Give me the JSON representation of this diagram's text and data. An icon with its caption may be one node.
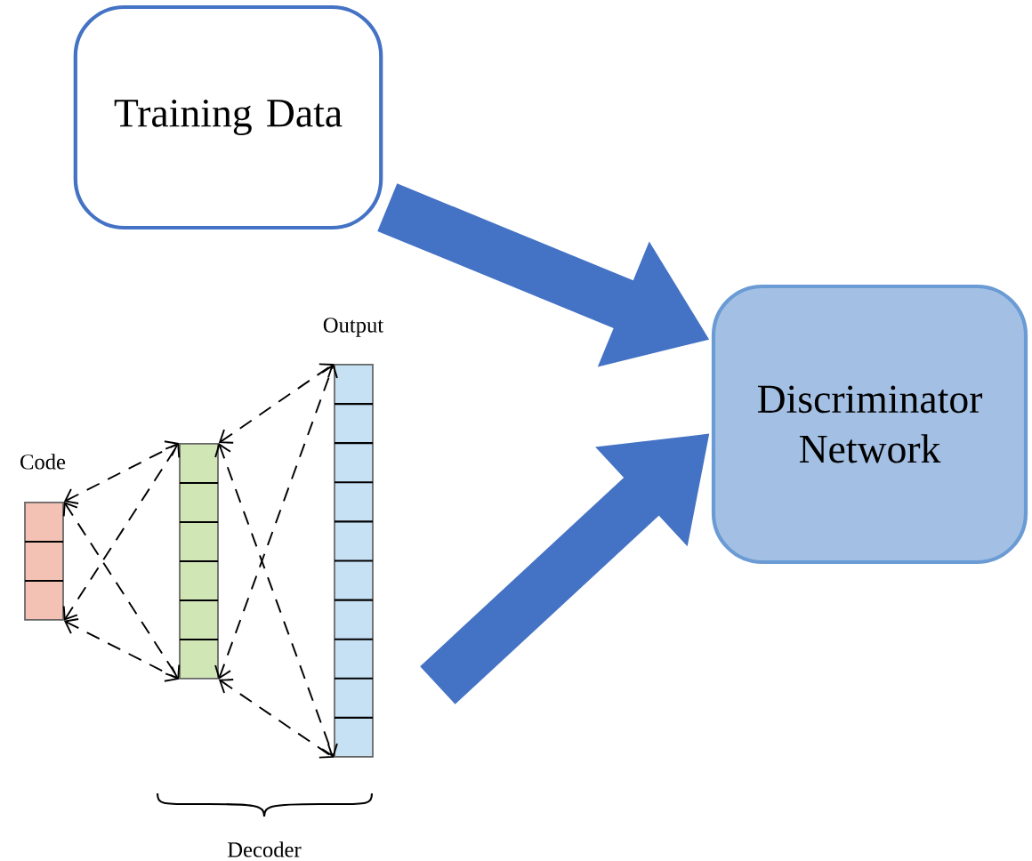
{
  "diagram": {
    "nodes": [
      {
        "text": [
          "Training Data"
        ]
      },
      {
        "text": [
          "Discriminator Network"
        ]
      },
      {
        "text": [
          "Code"
        ]
      },
      {
        "text": [],
        "shape": "bar"
      },
      {
        "text": [
          "Output"
        ]
      }
    ],
    "edges": [
      {
        "from": 0,
        "to": 1,
        "arrow": "to",
        "style": "thick",
        "color": "#4472c4"
      },
      {
        "from": 4,
        "to": 1,
        "arrow": "to",
        "style": "thick",
        "color": "#4472c4"
      },
      {
        "from": 2,
        "to": 3,
        "arrow": "both",
        "style": "dashed"
      },
      {
        "from": 2,
        "to": 3,
        "arrow": "both",
        "style": "dashed"
      },
      {
        "from": 2,
        "to": 3,
        "arrow": "both",
        "style": "dashed"
      },
      {
        "from": 2,
        "to": 3,
        "arrow": "both",
        "style": "dashed"
      },
      {
        "from": 3,
        "to": 4,
        "arrow": "both",
        "style": "dashed"
      },
      {
        "from": 3,
        "to": 4,
        "arrow": "both",
        "style": "dashed"
      },
      {
        "from": 3,
        "to": 4,
        "arrow": "both",
        "style": "dashed"
      },
      {
        "from": 3,
        "to": 4,
        "arrow": "both",
        "style": "dashed"
      }
    ],
    "labels": [
      "Decoder"
    ]
  }
}
